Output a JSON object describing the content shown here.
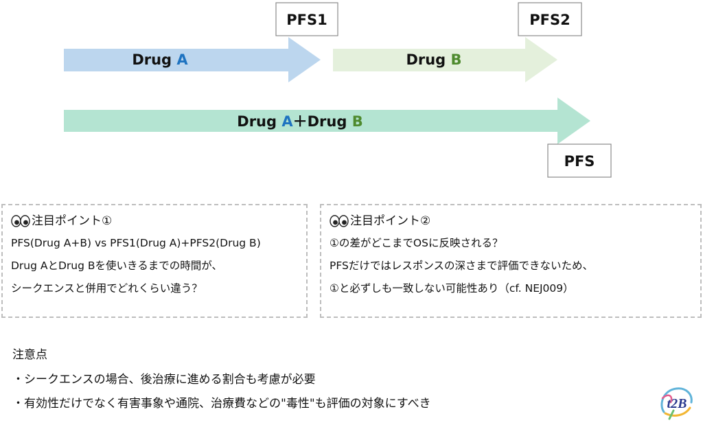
{
  "diagram": {
    "pfs1_label": "PFS1",
    "pfs2_label": "PFS2",
    "pfs_label": "PFS",
    "arrow_a": {
      "prefix": "Drug ",
      "letter": "A"
    },
    "arrow_b": {
      "prefix": "Drug ",
      "letter": "B"
    },
    "arrow_combo": {
      "prefix": "Drug ",
      "letter_a": "A",
      "plus": "＋Drug ",
      "letter_b": "B"
    }
  },
  "point1": {
    "title": "注目ポイント①",
    "lines": [
      "PFS(Drug A+B) vs PFS1(Drug A)+PFS2(Drug B)",
      "Drug AとDrug Bを使いきるまでの時間が、",
      "シークエンスと併用でどれくらい違う？"
    ]
  },
  "point2": {
    "title": "注目ポイント②",
    "lines": [
      "①の差がどこまでOSに反映される？",
      "PFSだけではレスポンスの深さまで評価できないため、",
      "①と必ずしも一致しない可能性あり（cf. NEJ009）"
    ]
  },
  "notes": {
    "title": "注意点",
    "items": [
      "・シークエンスの場合、後治療に進める割合も考慮が必要",
      "・有効性だけでなく有害事象や通院、治療費などの\"毒性\"も評価の対象にすべき"
    ]
  },
  "logo": {
    "text": "t2B"
  },
  "colors": {
    "arrow_a": "#bcd6ee",
    "arrow_b": "#e4f0dc",
    "arrow_combo": "#b4e4d2",
    "letter_a": "#1e73c0",
    "letter_b": "#4e8a2e",
    "box_border": "#bdbdbd"
  }
}
